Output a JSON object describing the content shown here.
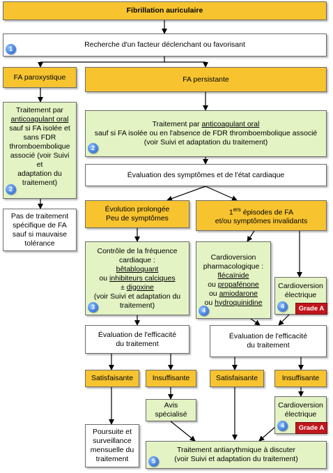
{
  "title": "Fibrillation auriculaire",
  "search": "Recherche d'un facteur déclenchant ou favorisant",
  "fa_parox": "FA paroxystique",
  "fa_persist": "FA persistante",
  "left_treat": {
    "l1": "Traitement par",
    "l2": "anticoagulant oral",
    "l3": "sauf si FA isolée et\nsans FDR\nthromboembolique\nassocié (voir Suivi et\nadaptation du\ntraitement)"
  },
  "right_treat": {
    "l1": "Traitement par ",
    "l2": "anticoagulant oral",
    "l3": "sauf si FA isolée ou en l'absence de FDR thromboembolique associé\n(voir Suivi et adaptation du traitement)"
  },
  "no_treat": "Pas de traitement\nspécifique de FA\nsauf si mauvaise\ntolérance",
  "eval_sympt": "Évaluation des symptômes et de l'état cardiaque",
  "prolonged": "Évolution prolongée\nPeu de symptômes",
  "first_ep": {
    "pre": "1",
    "sup": "ers",
    "post": " épisodes de FA",
    "line2": "et/ou symptômes invalidants"
  },
  "rate_ctrl": {
    "l1": "Contrôle de la fréquence\ncardiaque :",
    "l2": "bêtabloquant",
    "l3a": "ou ",
    "l3b": "inhibiteurs calciques",
    "l4a": "± ",
    "l4b": "digoxine",
    "l5": "(voir Suivi et adaptation du\ntraitement)"
  },
  "pharma": {
    "l1": "Cardioversion\npharmacologique :",
    "l2": "flécaïnide",
    "l3a": "ou ",
    "l3b": "propafénone",
    "l4a": "ou ",
    "l4b": "amiodarone",
    "l5a": "ou ",
    "l5b": "hydroquinidine"
  },
  "cardio_elec": "Cardioversion\nélectrique",
  "grade": "Grade A",
  "eval_eff": "Évaluation de l'efficacité\ndu traitement",
  "satisf": "Satisfaisante",
  "insuf": "Insuffisante",
  "avis": "Avis\nspécialisé",
  "poursuite": "Poursuite et\nsurveillance\nmensuelle du\ntraitement",
  "antiarr": "Traitement antiarythmique à discuter\n(voir Suivi et adaptation du traitement)",
  "badges": {
    "b1": "1",
    "b2": "2",
    "b3": "3",
    "b4": "4",
    "b5": "5"
  },
  "colors": {
    "orange": "#f7c430",
    "green": "#e4f3c4",
    "grade_red": "#c0161c",
    "badge_blue": "#3a78d8"
  }
}
